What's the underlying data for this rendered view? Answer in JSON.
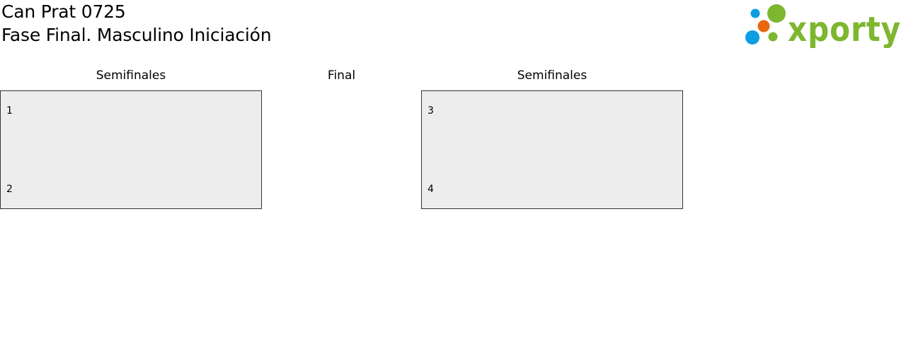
{
  "header": {
    "title": "Can Prat 0725",
    "subtitle": "Fase Final. Masculino Iniciación"
  },
  "logo": {
    "text": "xporty",
    "colors": {
      "green": "#7db72f",
      "blue": "#0c9ee2",
      "orange": "#e8670f"
    }
  },
  "bracket": {
    "columns": [
      {
        "label": "Semifinales"
      },
      {
        "label": "Final"
      },
      {
        "label": "Semifinales"
      }
    ],
    "matches": [
      {
        "top_seed": "1",
        "bottom_seed": "2"
      },
      {
        "top_seed": "3",
        "bottom_seed": "4"
      }
    ]
  }
}
